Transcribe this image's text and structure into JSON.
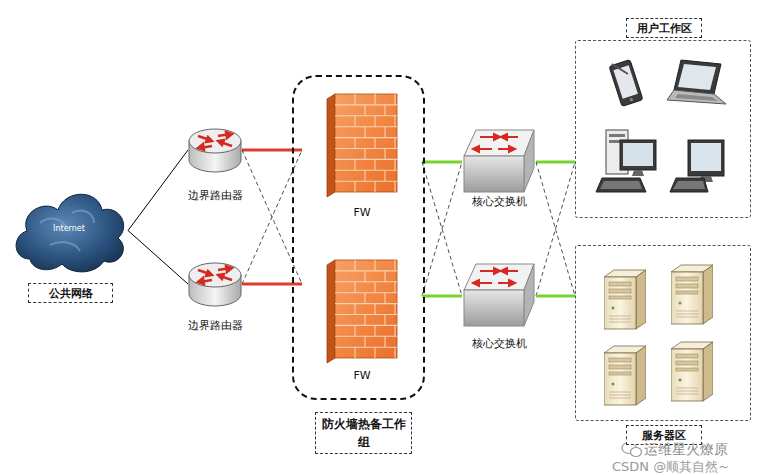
{
  "diagram": {
    "nodes": [
      {
        "text": [
          "Internet",
          "公共网络"
        ]
      },
      {
        "text": [
          "边界路由器"
        ]
      },
      {
        "text": [
          "边界路由器"
        ]
      },
      {
        "text": [
          "防火墙热备工作组"
        ]
      },
      {
        "text": [
          "FW"
        ],
        "in": 3
      },
      {
        "text": [
          "FW"
        ],
        "in": 3
      },
      {
        "text": [
          "核心交换机"
        ]
      },
      {
        "text": [
          "核心交换机"
        ]
      },
      {
        "text": [
          "用户工作区"
        ]
      },
      {
        "text": [
          "服务器区"
        ]
      }
    ],
    "edges": [
      {
        "from": 0,
        "to": 1,
        "arrow": "none"
      },
      {
        "from": 0,
        "to": 2,
        "arrow": "none"
      },
      {
        "from": 1,
        "to": 4,
        "arrow": "none"
      },
      {
        "from": 1,
        "to": 5,
        "arrow": "none"
      },
      {
        "from": 2,
        "to": 4,
        "arrow": "none"
      },
      {
        "from": 2,
        "to": 5,
        "arrow": "none"
      },
      {
        "from": 4,
        "to": 6,
        "arrow": "none"
      },
      {
        "from": 4,
        "to": 7,
        "arrow": "none"
      },
      {
        "from": 5,
        "to": 6,
        "arrow": "none"
      },
      {
        "from": 5,
        "to": 7,
        "arrow": "none"
      },
      {
        "from": 6,
        "to": 8,
        "arrow": "none"
      },
      {
        "from": 6,
        "to": 9,
        "arrow": "none"
      },
      {
        "from": 7,
        "to": 8,
        "arrow": "none"
      },
      {
        "from": 7,
        "to": 9,
        "arrow": "none"
      }
    ],
    "labels": [
      "运维星火燎原",
      "CSDN @顺其自然~"
    ]
  }
}
